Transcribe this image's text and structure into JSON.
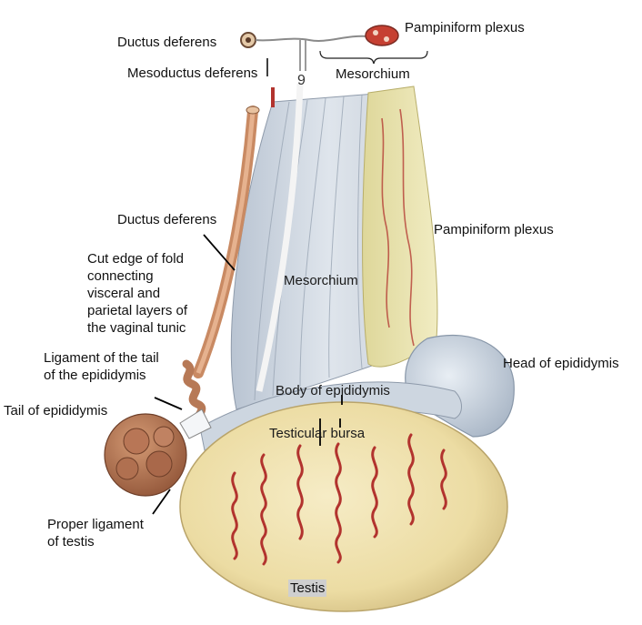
{
  "labels": {
    "ductus_deferens_top": "Ductus deferens",
    "mesoductus_deferens": "Mesoductus deferens",
    "section_number": "9",
    "pampiniform_plexus_top": "Pampiniform plexus",
    "mesorchium_top": "Mesorchium",
    "ductus_deferens": "Ductus deferens",
    "cut_edge": "Cut edge of fold\nconnecting\nvisceral and\nparietal layers of\nthe vaginal tunic",
    "pampiniform_plexus": "Pampiniform plexus",
    "mesorchium": "Mesorchium",
    "ligament_tail": "Ligament of the tail\nof the epididymis",
    "head_epididymis": "Head of epididymis",
    "body_epididymis": "Body of epididymis",
    "tail_epididymis": "Tail of epididymis",
    "testicular_bursa": "Testicular bursa",
    "proper_ligament": "Proper ligament\nof testis",
    "testis": "Testis"
  },
  "colors": {
    "testis_fill": "#efe0a8",
    "testis_edge": "#c9b577",
    "vessel_red": "#b2332e",
    "mesorchium_blue": "#c9d3de",
    "plexus_yellow": "#e9e2a6",
    "ductus_tan": "#d79a72",
    "epididymis_brown": "#b77956",
    "leader_line": "#000000"
  }
}
